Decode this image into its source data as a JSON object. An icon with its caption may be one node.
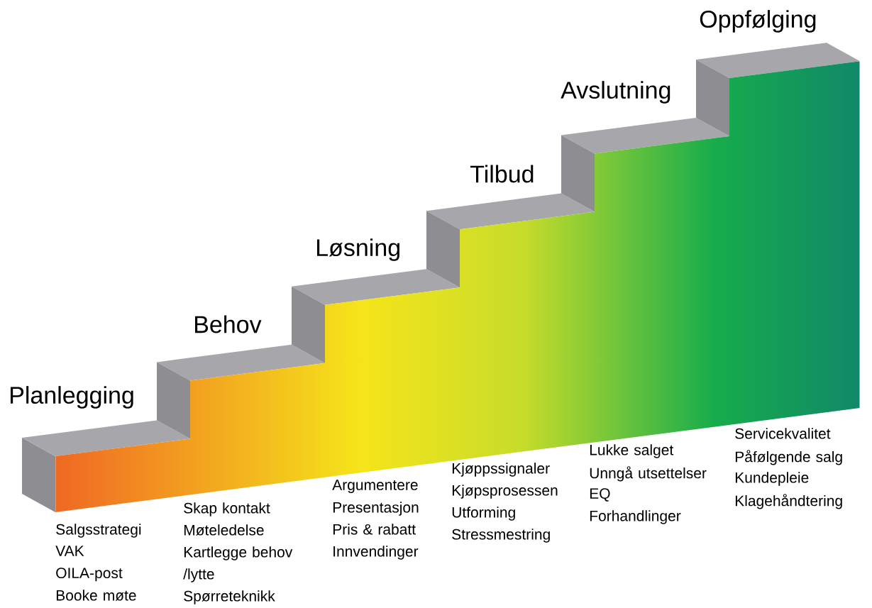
{
  "diagram": {
    "labels": [
      "Planlegging",
      "Salgsstrategi",
      "VAK",
      "OILA-post",
      "Booke møte",
      "Behov",
      "Skap kontakt",
      "Møteledelse",
      "Kartlegge behov /lytte",
      "Spørreteknikk",
      "Løsning",
      "Argumentere",
      "Presentasjon",
      "Pris & rabatt",
      "Innvendinger",
      "Tilbud",
      "Kjøppssignaler",
      "Kjøpsprosessen",
      "Utforming",
      "Stressmestring",
      "Avslutning",
      "Lukke salget",
      "Unngå utsettelser",
      "EQ",
      "Forhandlinger",
      "Oppfølging",
      "Servicekvalitet",
      "Påfølgende salg",
      "Kundepleie",
      "Klagehåndtering"
    ]
  }
}
